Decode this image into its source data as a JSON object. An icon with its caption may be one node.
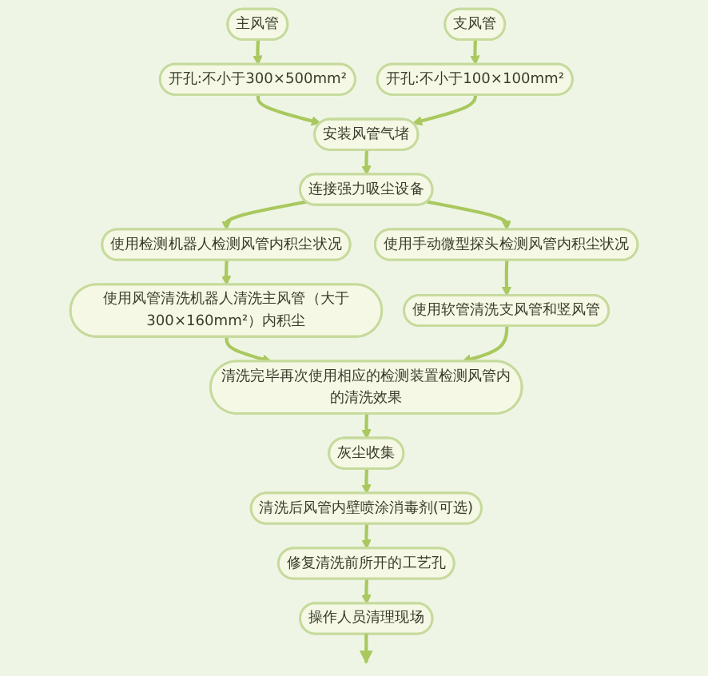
{
  "diagram": {
    "nodes": [
      {
        "text": [
          "主风管"
        ]
      },
      {
        "text": [
          "支风管"
        ]
      },
      {
        "text": [
          "开孔:不小于300×500mm²"
        ]
      },
      {
        "text": [
          "开孔:不小于100×100mm²"
        ]
      },
      {
        "text": [
          "安装风管气堵"
        ]
      },
      {
        "text": [
          "连接强力吸尘设备"
        ]
      },
      {
        "text": [
          "使用检测机器人检测风管内积尘状况"
        ]
      },
      {
        "text": [
          "使用手动微型探头检测风管内积尘状况"
        ]
      },
      {
        "text": [
          "使用风管清洗机器人清洗主风管（大于300×160mm²）内积尘"
        ]
      },
      {
        "text": [
          "使用软管清洗支风管和竖风管"
        ]
      },
      {
        "text": [
          "清洗完毕再次使用相应的检测装置检测风管内的清洗效果"
        ]
      },
      {
        "text": [
          "灰尘收集"
        ]
      },
      {
        "text": [
          "清洗后风管内壁喷涂消毒剂(可选)"
        ]
      },
      {
        "text": [
          "修复清洗前所开的工艺孔"
        ]
      },
      {
        "text": [
          "操作人员清理现场"
        ]
      }
    ],
    "edges": [
      {
        "from": 0,
        "to": 2,
        "arrow": "to"
      },
      {
        "from": 1,
        "to": 3,
        "arrow": "to"
      },
      {
        "from": 2,
        "to": 4,
        "arrow": "to"
      },
      {
        "from": 3,
        "to": 4,
        "arrow": "to"
      },
      {
        "from": 4,
        "to": 5,
        "arrow": "to"
      },
      {
        "from": 5,
        "to": 6,
        "arrow": "to"
      },
      {
        "from": 5,
        "to": 7,
        "arrow": "to"
      },
      {
        "from": 6,
        "to": 8,
        "arrow": "to"
      },
      {
        "from": 7,
        "to": 9,
        "arrow": "to"
      },
      {
        "from": 8,
        "to": 10,
        "arrow": "to"
      },
      {
        "from": 9,
        "to": 10,
        "arrow": "to"
      },
      {
        "from": 10,
        "to": 11,
        "arrow": "to"
      },
      {
        "from": 11,
        "to": 12,
        "arrow": "to"
      },
      {
        "from": 12,
        "to": 13,
        "arrow": "to"
      },
      {
        "from": 13,
        "to": 14,
        "arrow": "to"
      },
      {
        "from": 14,
        "to": null,
        "arrow": "to"
      }
    ]
  }
}
